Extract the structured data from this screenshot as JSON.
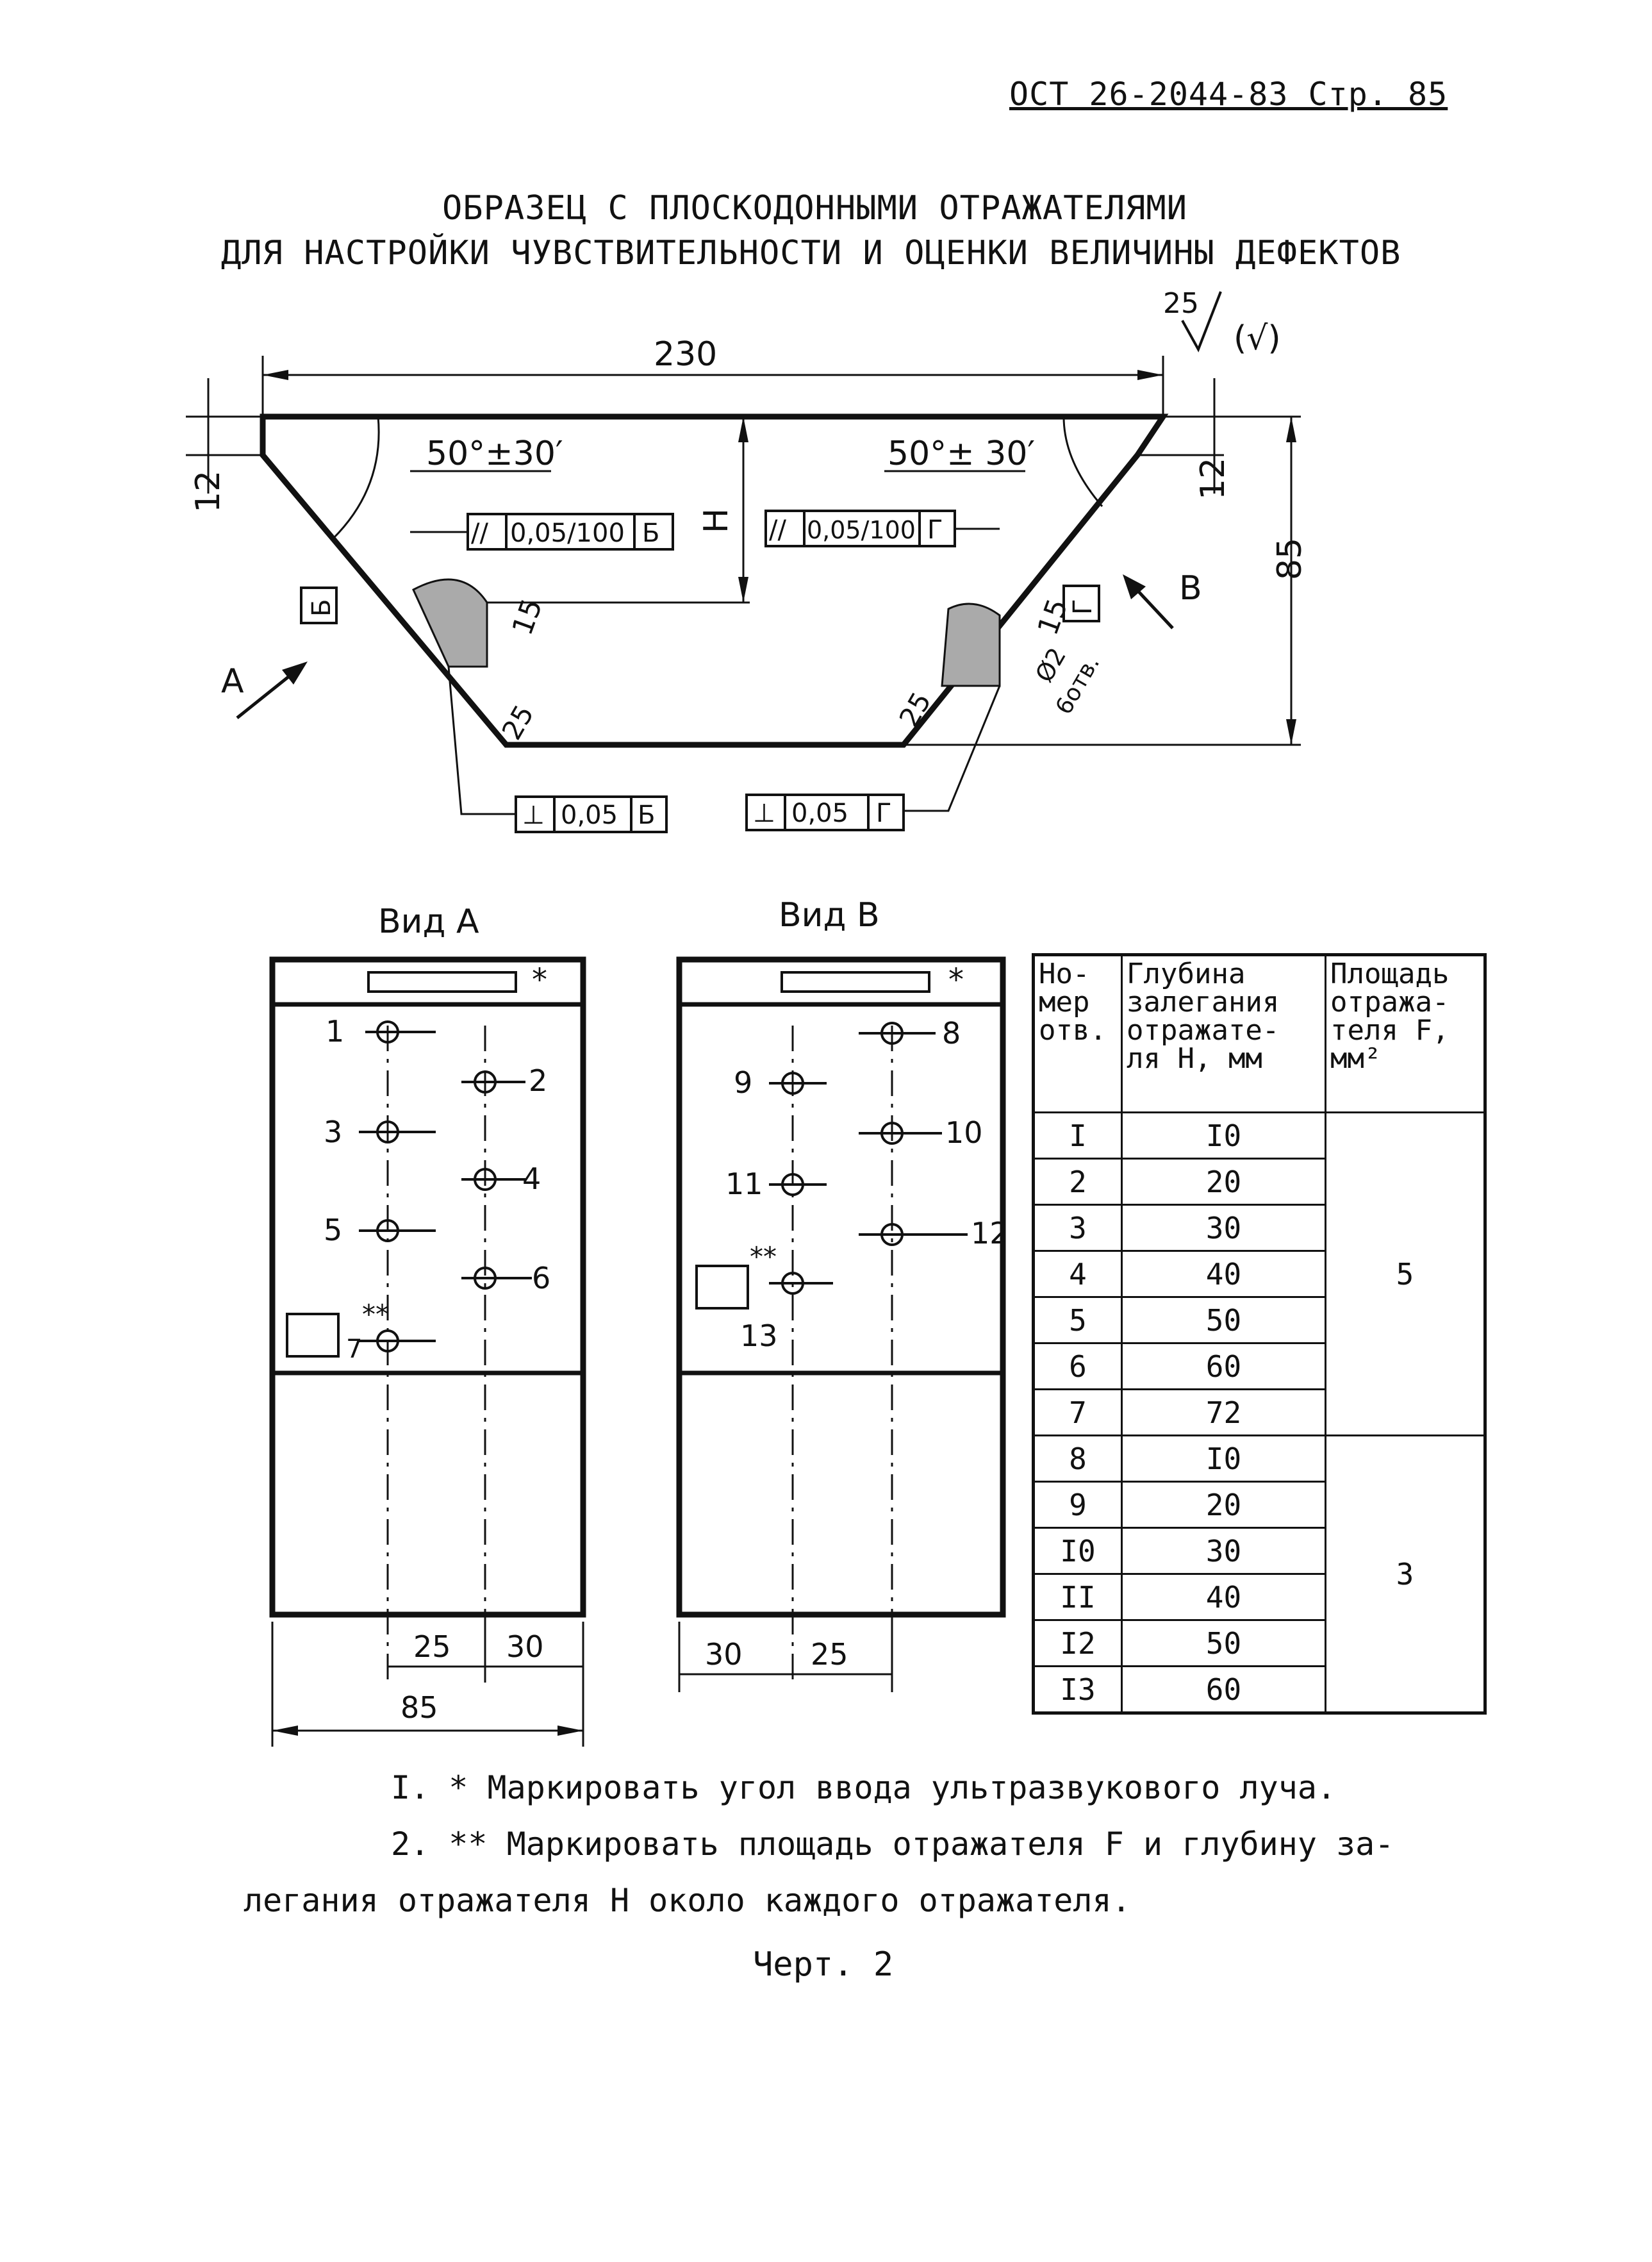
{
  "header": {
    "code": "ОСТ 26-2044-83 Стр. 85"
  },
  "title": {
    "line1": "ОБРАЗЕЦ С ПЛОСКОДОННЫМИ ОТРАЖАТЕЛЯМИ",
    "line2": "ДЛЯ НАСТРОЙКИ ЧУВСТВИТЕЛЬНОСТИ И ОЦЕНКИ ВЕЛИЧИНЫ ДЕФЕКТОВ"
  },
  "roughness": {
    "value": "25",
    "extra": "(√)"
  },
  "section": {
    "dim_top": "230",
    "dim_height": "85",
    "dim_left_edge": "12",
    "dim_right_edge": "12",
    "angle_left": "50°±30′",
    "angle_right": "50°± 30′",
    "dim_h": "H",
    "tol_left": {
      "sym": "//",
      "value": "0,05/100",
      "datum": "Б"
    },
    "tol_right": {
      "sym": "//",
      "value": "0,05/100",
      "datum": "Г"
    },
    "perp_left": {
      "sym": "⊥",
      "value": "0,05",
      "datum": "Б"
    },
    "perp_right": {
      "sym": "⊥",
      "value": "0,05",
      "datum": "Г"
    },
    "datum_b": "Б",
    "datum_g": "Г",
    "dim_15_left": "15",
    "dim_15_right": "15",
    "rough_left": "25",
    "rough_right": "25",
    "hole_dia": "Ø2",
    "hole_count": "6отв.",
    "arrow_a": "A",
    "arrow_b": "B"
  },
  "view_a": {
    "title": "Вид А",
    "mark_top": "*",
    "mark_bottom": "**",
    "holes": [
      "1",
      "2",
      "3",
      "4",
      "5",
      "6",
      "7"
    ],
    "dim_25": "25",
    "dim_30": "30",
    "dim_85": "85"
  },
  "view_b": {
    "title": "Вид В",
    "mark_top": "*",
    "mark_bottom": "**",
    "holes": [
      "8",
      "9",
      "10",
      "11",
      "12",
      "13"
    ],
    "dim_30": "30",
    "dim_25": "25"
  },
  "table": {
    "headers": [
      "Но-\nмер\nотв.",
      "Глубина\nзалегания\nотражате-\nля Н, мм",
      "Площадь\nотража-\nтеля F,\nмм²"
    ],
    "numbers": [
      "I",
      "2",
      "3",
      "4",
      "5",
      "6",
      "7",
      "8",
      "9",
      "I0",
      "II",
      "I2",
      "I3"
    ],
    "depths": [
      "I0",
      "20",
      "30",
      "40",
      "50",
      "60",
      "72",
      "I0",
      "20",
      "30",
      "40",
      "50",
      "60"
    ],
    "area_group1": "5",
    "area_group2": "3"
  },
  "notes": {
    "n1": "I. * Маркировать угол ввода ультразвукового луча.",
    "n2": "2. ** Маркировать площадь отражателя F и глубину за-",
    "n2b": "легания отражателя Н около каждого отражателя."
  },
  "caption": "Черт. 2"
}
